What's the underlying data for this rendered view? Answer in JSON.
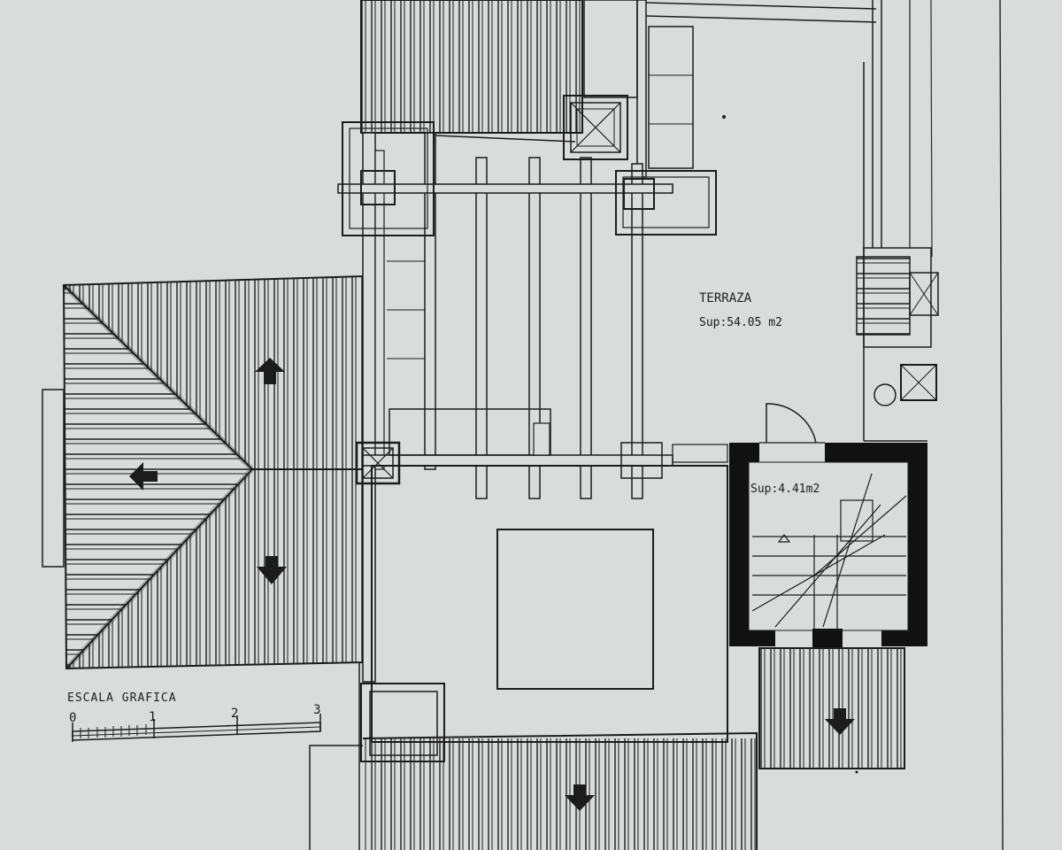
{
  "labels": {
    "terraza_name": "TERRAZA",
    "terraza_area": "Sup:54.05  m2",
    "stair_area": "Sup:4.41m2",
    "scale_title": "ESCALA  GRAFICA",
    "scale_ticks": [
      "0",
      "1",
      "2",
      "3"
    ]
  },
  "arrows": [
    {
      "name": "slope-arrow-up",
      "direction": "up"
    },
    {
      "name": "slope-arrow-left",
      "direction": "left"
    },
    {
      "name": "slope-arrow-down-left-roof",
      "direction": "down"
    },
    {
      "name": "slope-arrow-down-bottom",
      "direction": "down"
    },
    {
      "name": "slope-arrow-down-right",
      "direction": "down"
    }
  ],
  "colors": {
    "paper": "#d9dcda",
    "ink": "#1c1c1c",
    "wall": "#111111"
  }
}
